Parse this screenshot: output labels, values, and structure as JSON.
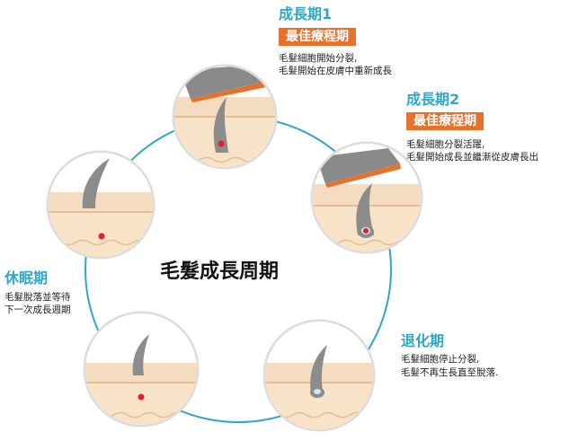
{
  "diagram": {
    "center_title": "毛髮成長周期",
    "colors": {
      "ring": "#2ea6c9",
      "accent_orange": "#e8712a",
      "skin_top": "#f3dcc0",
      "skin_line": "#e6bd94",
      "dermis": "#f9e3c8",
      "hair": "#8c8c8c",
      "dot": "#e0202a",
      "device": "#8a8a8a"
    },
    "phases": [
      {
        "id": "growth1",
        "title": "成長期1",
        "badge": "最佳療程期",
        "desc": [
          "毛髮細胞開始分裂,",
          "毛髮開始在皮膚中重新成長"
        ]
      },
      {
        "id": "growth2",
        "title": "成長期2",
        "badge": "最佳療程期",
        "desc": [
          "毛髮細胞分裂活躍,",
          "毛髮開始成長並繼漸從皮膚長出"
        ]
      },
      {
        "id": "regression",
        "title": "退化期",
        "desc": [
          "毛髮細胞停止分裂,",
          "毛髮不再生長直至脫落."
        ]
      },
      {
        "id": "rest",
        "title": "休眠期",
        "desc": [
          "毛髮脫落並等待",
          "下一次成長週期"
        ]
      }
    ]
  }
}
